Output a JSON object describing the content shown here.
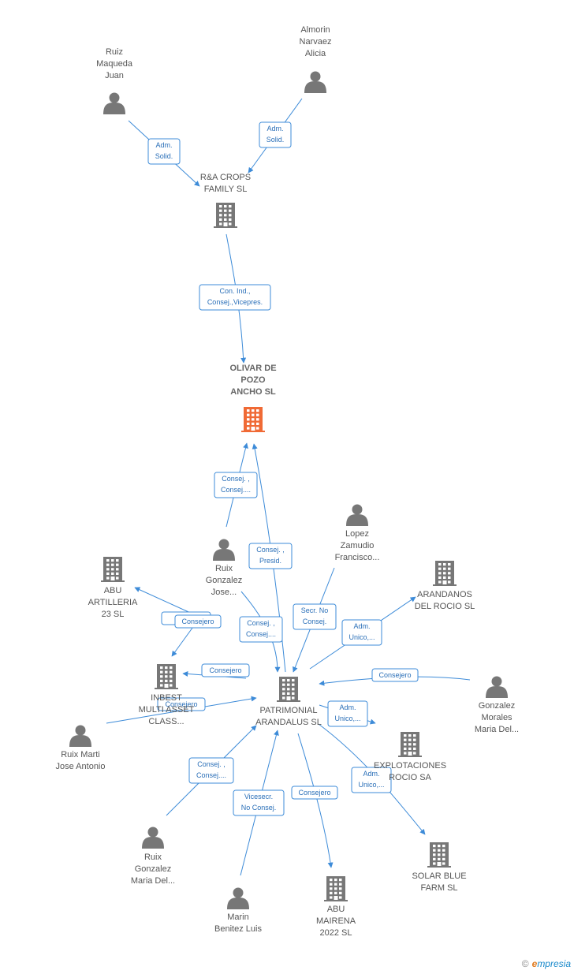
{
  "colors": {
    "edge": "#3d8bd8",
    "icon": "#777777",
    "main_icon": "#f06a35"
  },
  "nodes": {
    "ruiz_maqueda": {
      "label": [
        "Ruiz",
        "Maqueda",
        "Juan"
      ],
      "kind": "person"
    },
    "almorin": {
      "label": [
        "Almorin",
        "Narvaez",
        "Alicia"
      ],
      "kind": "person"
    },
    "ra_crops": {
      "label": [
        "R&A CROPS",
        "FAMILY  SL"
      ],
      "kind": "company"
    },
    "olivar": {
      "label": [
        "OLIVAR DE",
        "POZO",
        "ANCHO  SL"
      ],
      "kind": "main"
    },
    "ruix_gonzalez_jose": {
      "label": [
        "Ruix",
        "Gonzalez",
        "Jose..."
      ],
      "kind": "person"
    },
    "lopez_zamudio": {
      "label": [
        "Lopez",
        "Zamudio",
        "Francisco..."
      ],
      "kind": "person"
    },
    "abu_artilleria": {
      "label": [
        "ABU",
        "ARTILLERIA",
        "23  SL"
      ],
      "kind": "company"
    },
    "arandanos": {
      "label": [
        "ARANDANOS",
        "DEL ROCIO SL"
      ],
      "kind": "company"
    },
    "inbest": {
      "label": [
        "INBEST",
        "MULTI ASSET",
        "CLASS..."
      ],
      "kind": "company"
    },
    "patrimonial": {
      "label": [
        "PATRIMONIAL",
        "ARANDALUS SL"
      ],
      "kind": "company"
    },
    "gonzalez_morales": {
      "label": [
        "Gonzalez",
        "Morales",
        "Maria Del..."
      ],
      "kind": "person"
    },
    "ruix_marti": {
      "label": [
        "Ruix Marti",
        "Jose Antonio"
      ],
      "kind": "person"
    },
    "explotaciones": {
      "label": [
        "EXPLOTACIONES",
        "ROCIO SA"
      ],
      "kind": "company"
    },
    "ruix_gonzalez_maria": {
      "label": [
        "Ruix",
        "Gonzalez",
        "Maria Del..."
      ],
      "kind": "person"
    },
    "solar_blue": {
      "label": [
        "SOLAR BLUE",
        "FARM  SL"
      ],
      "kind": "company"
    },
    "abu_mairena": {
      "label": [
        "ABU",
        "MAIRENA",
        "2022  SL"
      ],
      "kind": "company"
    },
    "marin_benitez": {
      "label": [
        "Marin",
        "Benitez Luis"
      ],
      "kind": "person"
    }
  },
  "edges": [
    {
      "label": [
        "Adm.",
        "Solid."
      ]
    },
    {
      "label": [
        "Adm.",
        "Solid."
      ]
    },
    {
      "label": [
        "Con.  Ind.,",
        "Consej.,Vicepres."
      ]
    },
    {
      "label": [
        "Consej. ,",
        "Consej...."
      ]
    },
    {
      "label": [
        "Consej. ,",
        "Presid."
      ]
    },
    {
      "label": [
        "Rep..."
      ]
    },
    {
      "label": [
        "Consejero"
      ]
    },
    {
      "label": [
        "Consej. ,",
        "Consej...."
      ]
    },
    {
      "label": [
        "Secr.  No",
        "Consej."
      ]
    },
    {
      "label": [
        "Adm.",
        "Unico,..."
      ]
    },
    {
      "label": [
        "Consejero"
      ]
    },
    {
      "label": [
        "Consejero"
      ]
    },
    {
      "label": [
        "Consejero"
      ]
    },
    {
      "label": [
        "Adm.",
        "Unico,..."
      ]
    },
    {
      "label": [
        "Adm.",
        "Unico,..."
      ]
    },
    {
      "label": [
        "Consej. ,",
        "Consej...."
      ]
    },
    {
      "label": [
        "Vicesecr.",
        "No Consej."
      ]
    },
    {
      "label": [
        "Consejero"
      ]
    }
  ],
  "footer": {
    "copyright": "©",
    "brand_e": "e",
    "brand_rest": "mpresia"
  }
}
